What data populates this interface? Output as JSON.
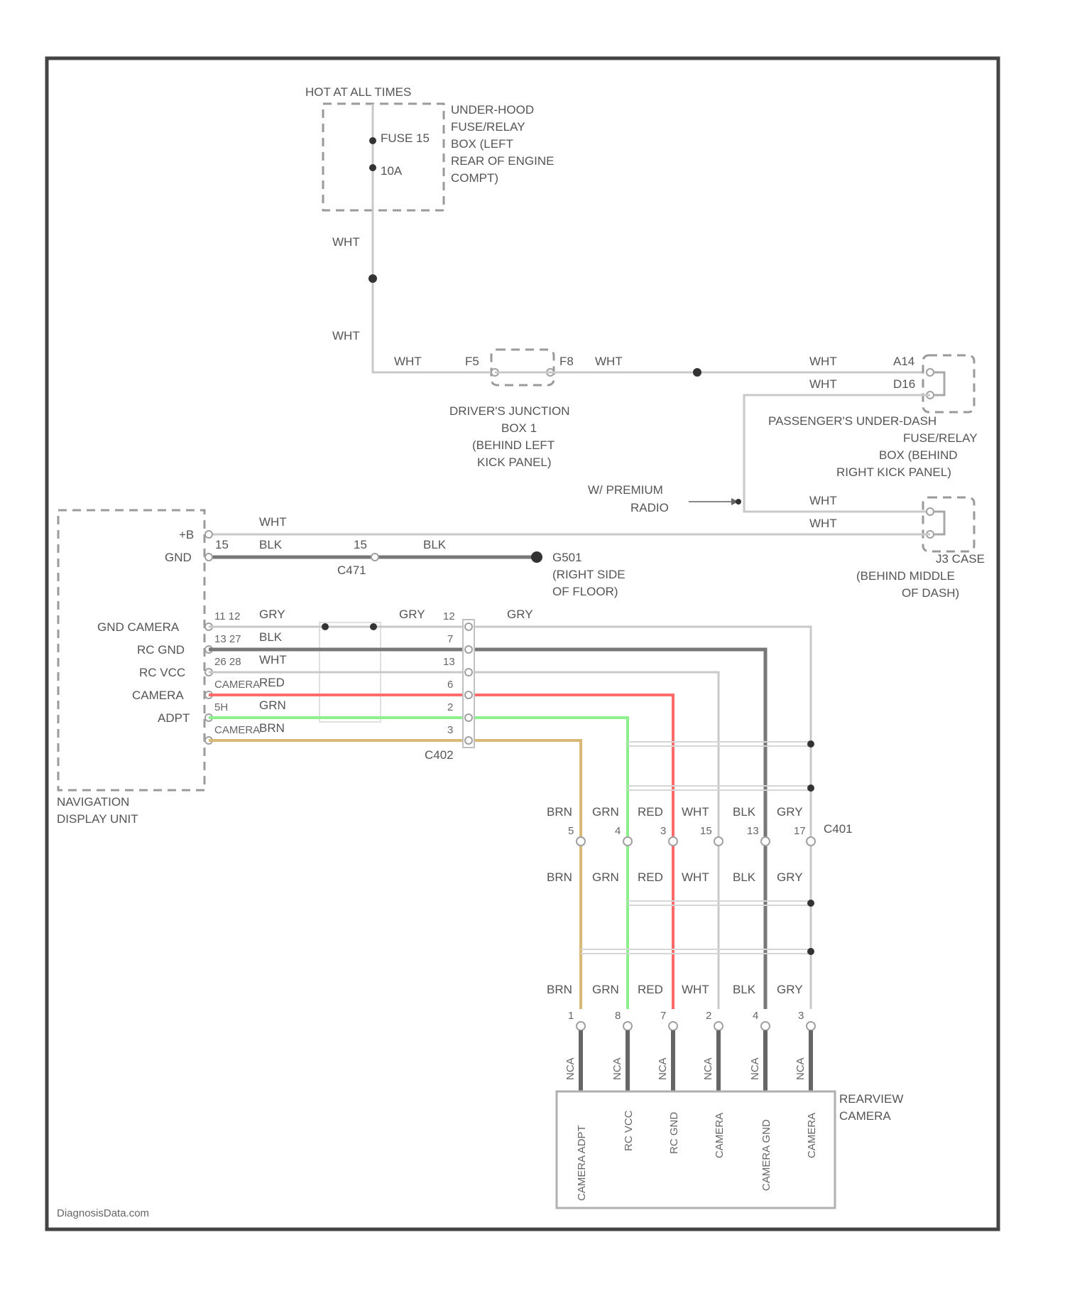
{
  "colors": {
    "red_wire": "#ff6b6b",
    "green_wire": "#8cf08c",
    "brown_wire": "#d8b978",
    "black_wire": "#777777",
    "white_wire": "#cccccc",
    "gray_wire": "#c4c4c4"
  },
  "power": {
    "title": "HOT AT ALL TIMES",
    "fuse_label": "FUSE 15",
    "fuse_amp": "10A",
    "box_lines": [
      "UNDER-HOOD",
      "FUSE/RELAY",
      "BOX (LEFT",
      "REAR OF ENGINE",
      "COMPT)"
    ]
  },
  "wires": {
    "wht": "WHT",
    "blk": "BLK",
    "gry": "GRY",
    "red": "RED",
    "grn": "GRN",
    "brn": "BRN"
  },
  "drivers_jb": {
    "pin_in": "F5",
    "pin_out": "F8",
    "lines": [
      "DRIVER'S JUNCTION",
      "BOX 1",
      "(BEHIND LEFT",
      "KICK PANEL)"
    ]
  },
  "passenger_box": {
    "pin_a": "A14",
    "pin_b": "D16",
    "lines": [
      "PASSENGER'S UNDER-DASH",
      "FUSE/RELAY",
      "BOX (BEHIND",
      "RIGHT KICK PANEL)"
    ]
  },
  "premium_radio": {
    "lines": [
      "W/ PREMIUM",
      "RADIO"
    ]
  },
  "j3_case": {
    "lines": [
      "J3 CASE",
      "(BEHIND MIDDLE",
      "OF DASH)"
    ]
  },
  "ground": {
    "name": "G501",
    "lines": [
      "(RIGHT SIDE",
      "OF FLOOR)"
    ],
    "conn": "C471",
    "pin": "15"
  },
  "nav_unit": {
    "pin_b": "+B",
    "pin_gnd": "GND",
    "pin_gnd_num": "15",
    "pins": [
      "GND CAMERA",
      "RC GND",
      "RC VCC",
      "CAMERA",
      "ADPT"
    ],
    "lines": [
      "NAVIGATION",
      "DISPLAY UNIT"
    ],
    "cavities": [
      "11 12",
      "13 27",
      "26 28",
      "CAMERA",
      "5H",
      "CAMERA"
    ]
  },
  "connectors": {
    "c402": "C402",
    "c401": "C401"
  },
  "inline_pins": [
    "12",
    "7",
    "13",
    "6",
    "2",
    "3"
  ],
  "c401_pins": [
    "5",
    "4",
    "3",
    "15",
    "13",
    "17"
  ],
  "camera_pins": [
    "1",
    "8",
    "7",
    "2",
    "4",
    "3"
  ],
  "nca": "NCA",
  "camera": {
    "lines": [
      "REARVIEW",
      "CAMERA"
    ],
    "pins": [
      "CAMERA ADPT",
      "RC VCC",
      "RC GND",
      "CAMERA",
      "CAMERA GND",
      "CAMERA"
    ]
  },
  "watermark": "DiagnosisData.com"
}
